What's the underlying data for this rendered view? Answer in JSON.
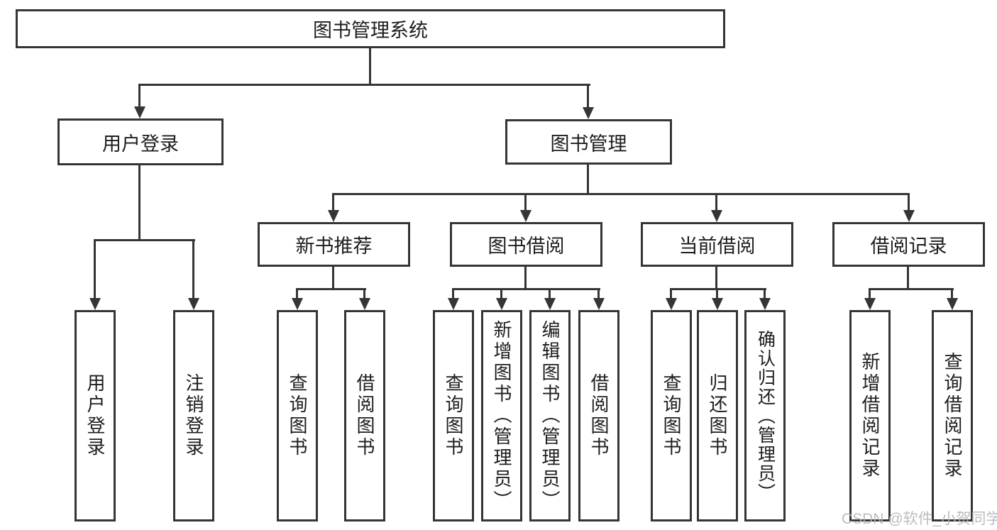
{
  "diagram_type": "hierarchy-tree",
  "colors": {
    "line": "#353535",
    "box_border": "#353535",
    "box_background": "#ffffff",
    "text": "#1d1d1d",
    "watermark": "#b3b6b9",
    "page_background": "#ffffff"
  },
  "watermark": "CSDN @软件_小贺同学",
  "tree": {
    "label": "图书管理系统",
    "children": [
      {
        "label": "用户登录",
        "children": [
          {
            "label": "用户登录"
          },
          {
            "label": "注销登录"
          }
        ]
      },
      {
        "label": "图书管理",
        "children": [
          {
            "label": "新书推荐",
            "children": [
              {
                "label": "查询图书"
              },
              {
                "label": "借阅图书"
              }
            ]
          },
          {
            "label": "图书借阅",
            "children": [
              {
                "label": "查询图书"
              },
              {
                "label": "新增图书（管理员）"
              },
              {
                "label": "编辑图书（管理员）"
              },
              {
                "label": "借阅图书"
              }
            ]
          },
          {
            "label": "当前借阅",
            "children": [
              {
                "label": "查询图书"
              },
              {
                "label": "归还图书"
              },
              {
                "label": "确认归还（管理员）"
              }
            ]
          },
          {
            "label": "借阅记录",
            "children": [
              {
                "label": "新增借阅记录"
              },
              {
                "label": "查询借阅记录"
              }
            ]
          }
        ]
      }
    ]
  }
}
